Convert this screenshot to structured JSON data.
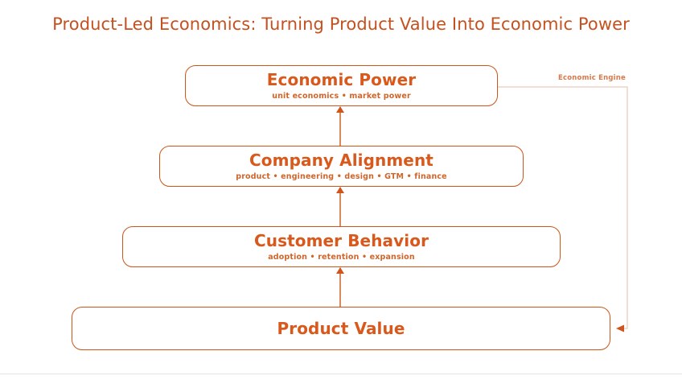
{
  "slide": {
    "title": "Product-Led Economics: Turning Product Value Into Economic Power",
    "background_color": "#FFFFFF",
    "accent_color": "#CE5517",
    "title_color": "#C4511F",
    "heading_color": "#D9591C",
    "subtitle_color": "#D0652B",
    "connector_color": "#D98B5E",
    "loop_color": "#EBCBBB",
    "divider_color": "#E4E4E6"
  },
  "pyramid": {
    "direction": "bottom-up",
    "tiers": [
      {
        "id": "economic-power",
        "level": 4,
        "title": "Economic Power",
        "subtitle": "unit economics • market power",
        "has_subtitle": true
      },
      {
        "id": "company-alignment",
        "level": 3,
        "title": "Company Alignment",
        "subtitle": "product • engineering • design • GTM • finance",
        "has_subtitle": true
      },
      {
        "id": "customer-behavior",
        "level": 2,
        "title": "Customer Behavior",
        "subtitle": "adoption • retention • expansion",
        "has_subtitle": true
      },
      {
        "id": "product-value",
        "level": 1,
        "title": "Product Value",
        "subtitle": "",
        "has_subtitle": false
      }
    ]
  },
  "connectors": [
    {
      "name": "product-value-to-customer-behavior",
      "from": "Product Value",
      "to": "Customer Behavior",
      "direction": "up"
    },
    {
      "name": "customer-behavior-to-company-alignment",
      "from": "Customer Behavior",
      "to": "Company Alignment",
      "direction": "up"
    },
    {
      "name": "company-alignment-to-economic-power",
      "from": "Company Alignment",
      "to": "Economic Power",
      "direction": "up"
    }
  ],
  "feedback_loop": {
    "label": "Economic Engine",
    "from": "Economic Power",
    "to": "Product Value",
    "direction": "left"
  }
}
